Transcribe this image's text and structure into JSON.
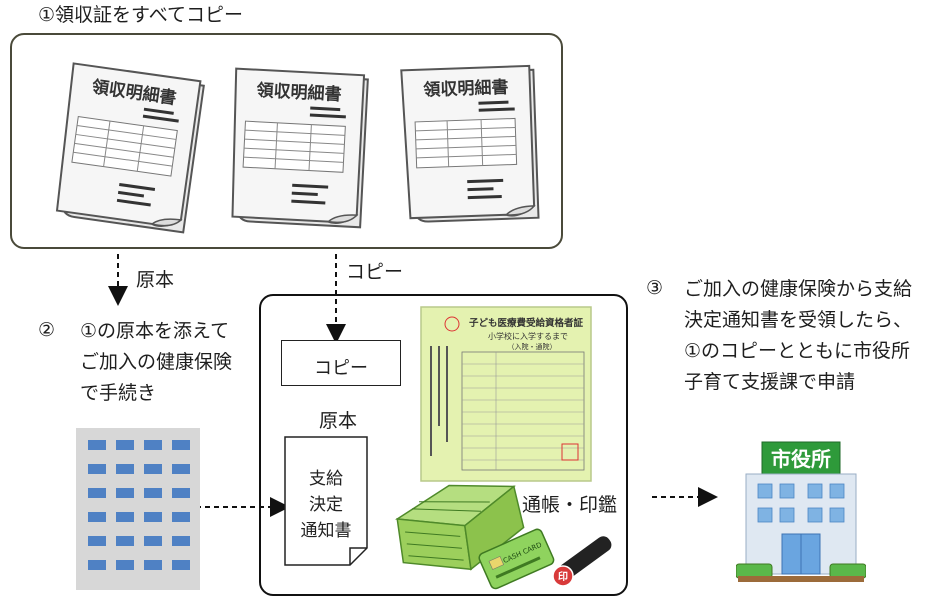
{
  "step1": {
    "label": "①領収証をすべてコピー"
  },
  "receipt": {
    "title": "領収明細書"
  },
  "arrows": {
    "original": "原本",
    "copy": "コピー"
  },
  "step2": {
    "num": "②",
    "lines": [
      "①の原本を添えて",
      "ご加入の健康保険",
      "で手続き"
    ]
  },
  "bundle": {
    "copy_box": "コピー",
    "original_label": "原本",
    "document_lines": [
      "支給",
      "決定",
      "通知書"
    ],
    "bankbook_label": "通帳・印鑑"
  },
  "certificate": {
    "title": "子ども医療費受給資格者証",
    "subtitle": "小学校に入学するまで",
    "note": "（入院・通院）"
  },
  "card": {
    "text": "CASH CARD"
  },
  "seal": {
    "char": "印"
  },
  "step3": {
    "num": "③",
    "lines": [
      "ご加入の健康保険から支給",
      "決定通知書を受領したら、",
      "①のコピーとともに市役所",
      "子育て支援課で申請"
    ]
  },
  "city_hall": {
    "sign": "市役所"
  },
  "colors": {
    "certificate": "#e4f2b0",
    "bankbook": "#9ccf5c",
    "cash_card": "#8fd35e",
    "building": "#7fb3e3",
    "sign": "#2e9a3a"
  }
}
